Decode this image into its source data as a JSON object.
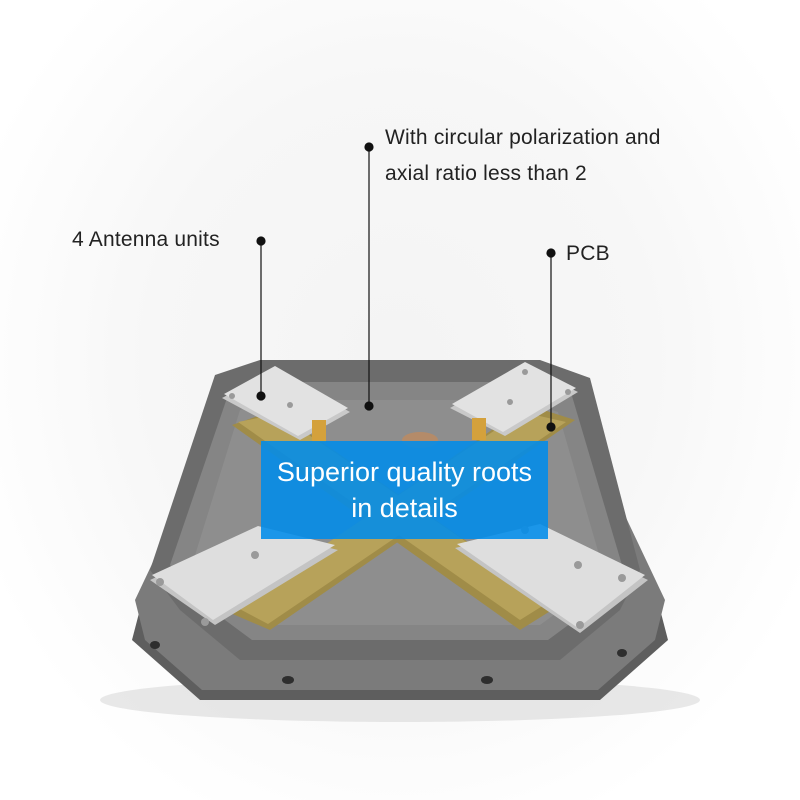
{
  "callouts": {
    "antenna_units": "4 Antenna units",
    "polarization_line1": "With circular polarization and",
    "polarization_line2": "axial ratio less than 2",
    "pcb": "PCB"
  },
  "banner": {
    "line1": "Superior quality roots",
    "line2": "in details"
  },
  "colors": {
    "housing": "#6f6f6f",
    "pcb": "#b7a25a",
    "antenna_plate": "#d9d9d9",
    "banner": "#008ceb",
    "callout_line": "#111111"
  }
}
